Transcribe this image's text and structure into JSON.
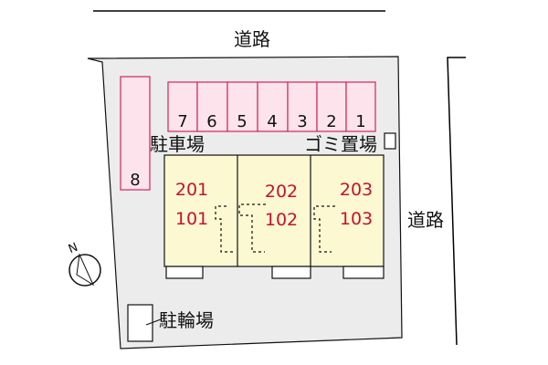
{
  "roads": {
    "top": "道路",
    "right": "道路"
  },
  "parking": {
    "label": "駐車場",
    "spots": [
      "1",
      "2",
      "3",
      "4",
      "5",
      "6",
      "7"
    ],
    "side_spot": "8"
  },
  "garbage": {
    "label": "ゴミ置場"
  },
  "bicycle": {
    "label": "駐輪場"
  },
  "units": [
    {
      "upper": "201",
      "lower": "101"
    },
    {
      "upper": "202",
      "lower": "102"
    },
    {
      "upper": "203",
      "lower": "103"
    }
  ],
  "compass": {
    "letter": "N"
  },
  "colors": {
    "parking_fill": "#fde4ec",
    "parking_stroke": "#d4245a",
    "building_fill": "#fcf9d2",
    "unit_number": "#c8102e"
  }
}
